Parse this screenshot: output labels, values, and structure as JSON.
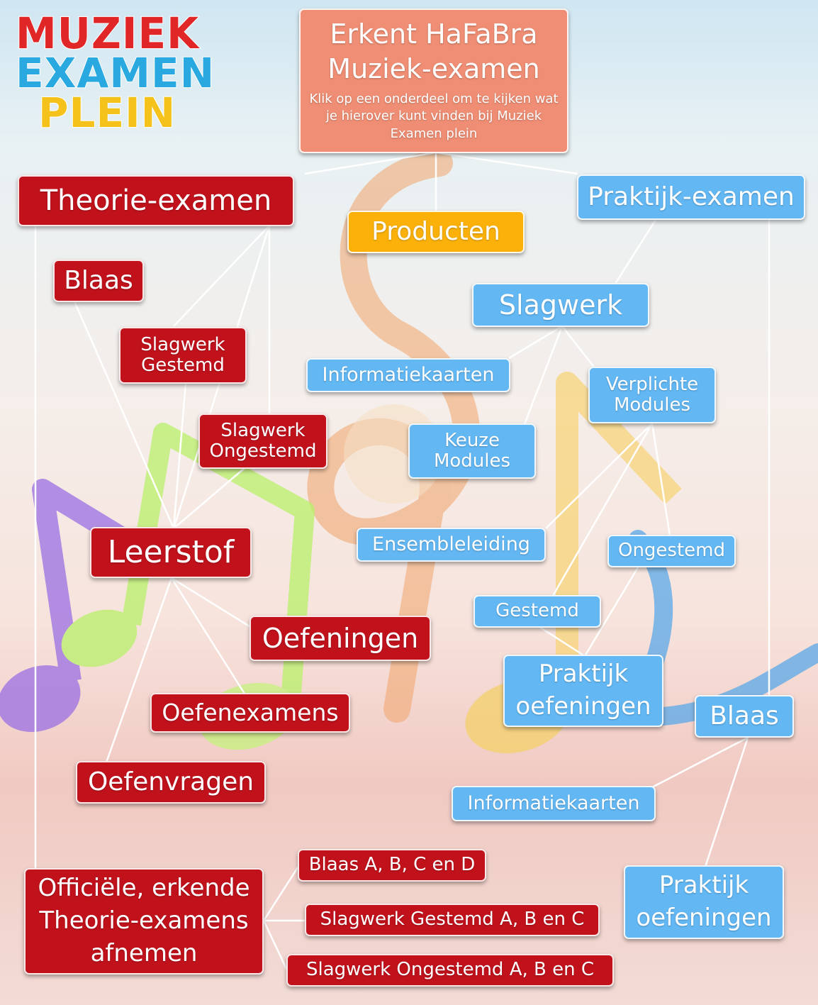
{
  "logo": {
    "line1": "MUZIEK",
    "line2": "EXAMEN",
    "line3": "PLEIN"
  },
  "header": {
    "title_line1": "Erkent HaFaBra",
    "title_line2": "Muziek-examen",
    "subtitle": "Klik op een onderdeel om te kijken wat je hierover kunt vinden bij Muziek Examen plein"
  },
  "theory": {
    "title": "Theorie-examen",
    "blaas": "Blaas",
    "slagwerk_gestemd": "Slagwerk Gestemd",
    "slagwerk_ongestemd": "Slagwerk Ongestemd",
    "leerstof": "Leerstof",
    "oefeningen": "Oefeningen",
    "oefenexamens": "Oefenexamens",
    "oefenvragen": "Oefenvragen",
    "officiele": "Officiële, erkende Theorie-examens afnemen",
    "exam_blaas": "Blaas A, B, C en D",
    "exam_gestemd": "Slagwerk Gestemd A, B en C",
    "exam_ongestemd": "Slagwerk Ongestemd A, B en C"
  },
  "products": {
    "label": "Producten"
  },
  "practice": {
    "title": "Praktijk-examen",
    "slagwerk": "Slagwerk",
    "informatiekaarten": "Informatiekaarten",
    "verplichte_modules": "Verplichte Modules",
    "keuze_modules": "Keuze Modules",
    "ensembleleiding": "Ensembleleiding",
    "ongestemd": "Ongestemd",
    "gestemd": "Gestemd",
    "praktijk_oefeningen": "Praktijk oefeningen",
    "blaas": "Blaas",
    "blaas_informatiekaarten": "Informatiekaarten",
    "blaas_praktijk_oefeningen": "Praktijk oefeningen"
  },
  "colors": {
    "theory_red": "#c1121c",
    "practice_blue": "#63b8f4",
    "products_orange": "#fbb10a",
    "header_salmon": "#ef8e74"
  }
}
